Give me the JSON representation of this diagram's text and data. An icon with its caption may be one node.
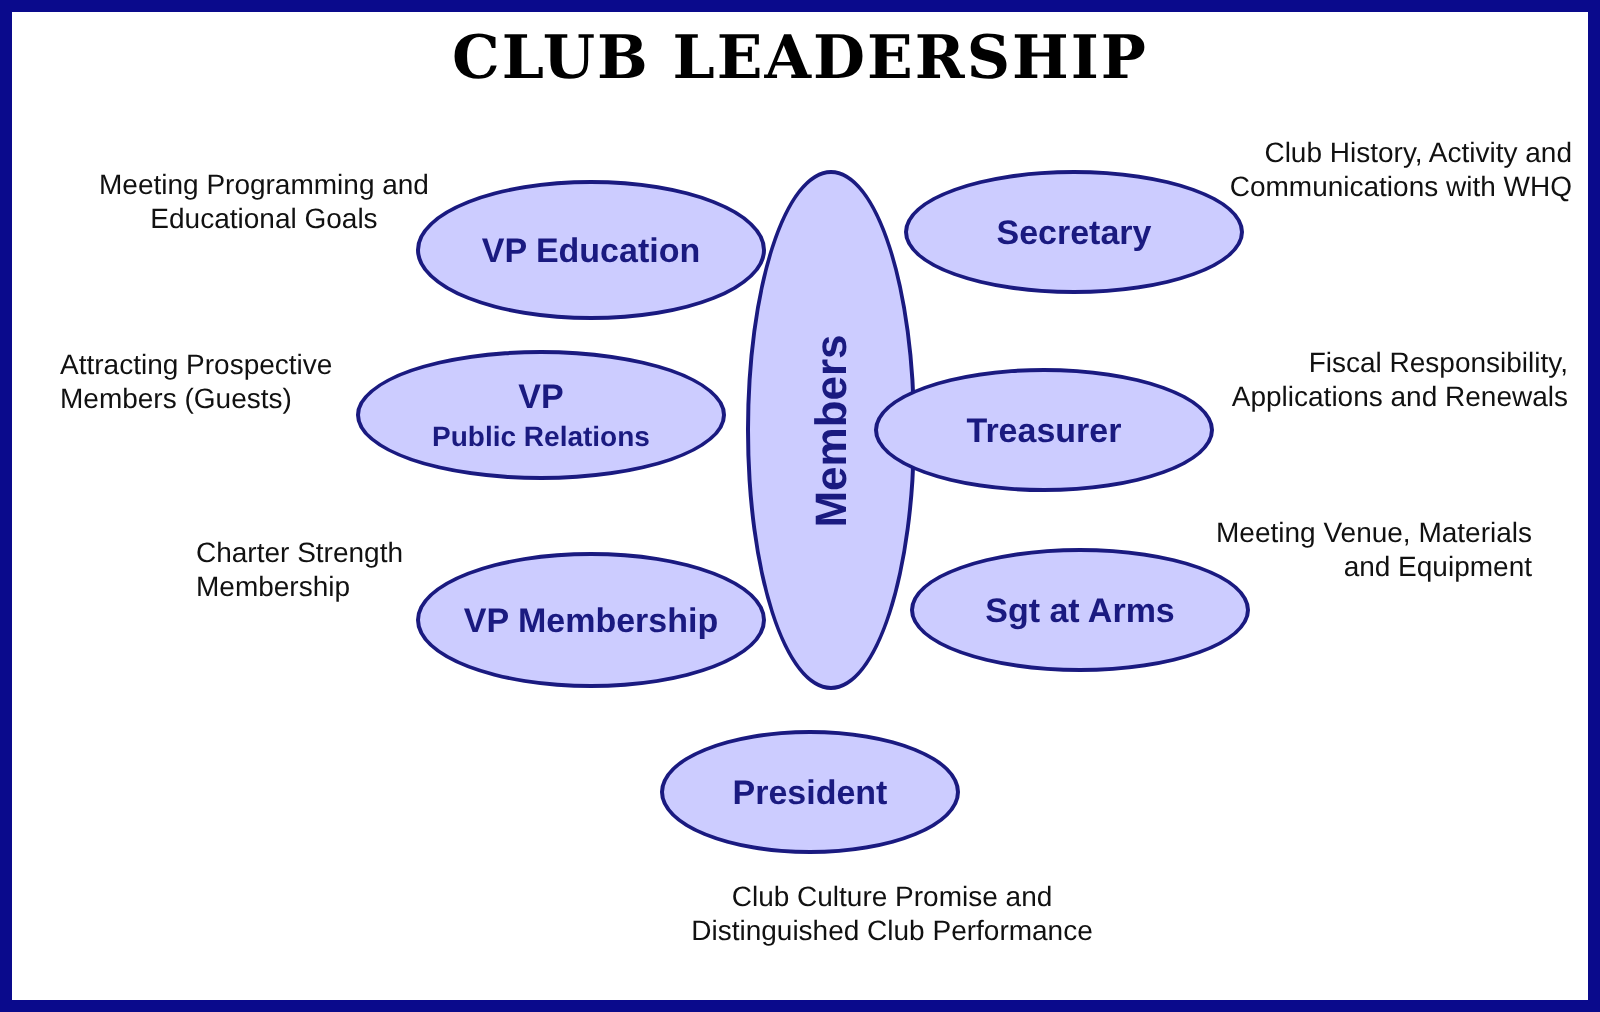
{
  "diagram": {
    "title": "CLUB LEADERSHIP",
    "nodes": [
      {
        "text": [
          "VP Education"
        ],
        "beside": [
          "Meeting Programming and Educational Goals"
        ]
      },
      {
        "text": [
          "Secretary"
        ],
        "beside": [
          "Club History, Activity and Communications with WHQ"
        ]
      },
      {
        "text": [
          "Members"
        ]
      },
      {
        "text": [
          "VP",
          "Public Relations"
        ],
        "beside": [
          "Attracting Prospective Members (Guests)"
        ]
      },
      {
        "text": [
          "Treasurer"
        ],
        "beside": [
          "Fiscal Responsibility, Applications and Renewals"
        ]
      },
      {
        "text": [
          "VP Membership"
        ],
        "beside": [
          "Charter Strength Membership"
        ]
      },
      {
        "text": [
          "Sgt at Arms"
        ],
        "beside": [
          "Meeting Venue, Materials and Equipment"
        ]
      },
      {
        "text": [
          "President"
        ],
        "beside": [
          "Club Culture Promise and Distinguished Club Performance"
        ]
      }
    ]
  }
}
